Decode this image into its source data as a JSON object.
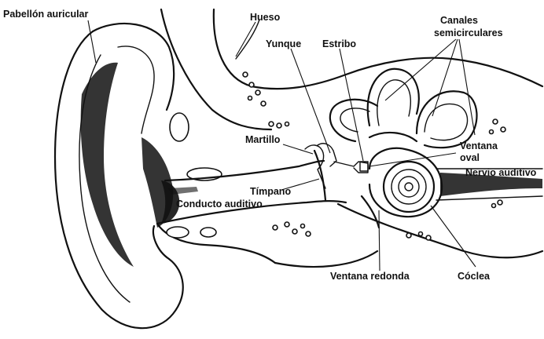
{
  "diagram": {
    "labels": {
      "pinna": "Pabellón auricular",
      "bone": "Hueso",
      "incus": "Yunque",
      "stapes": "Estribo",
      "canals_line1": "Canales",
      "canals_line2": "semicirculares",
      "malleus": "Martillo",
      "oval_window_line1": "Ventana",
      "oval_window_line2": "oval",
      "auditory_nerve": "Nervio auditivo",
      "eardrum": "Tímpano",
      "ear_canal": "Conducto auditivo",
      "round_window": "Ventana redonda",
      "cochlea": "Cóclea"
    },
    "colors": {
      "ink": "#111111",
      "background": "#ffffff"
    }
  }
}
